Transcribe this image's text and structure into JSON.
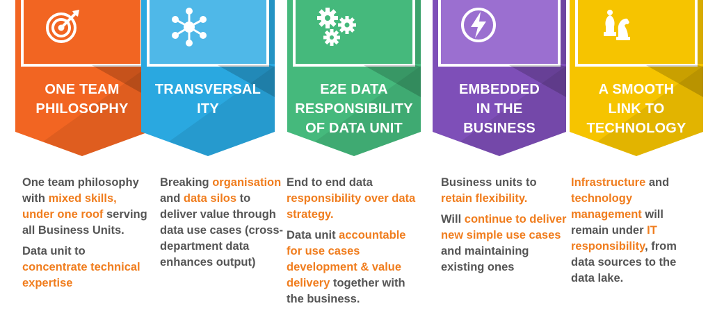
{
  "colors": {
    "card1": "#F26522",
    "card2": "#2AA8E0",
    "card3": "#45B97C",
    "card4": "#7E4FB8",
    "card5": "#F6C400",
    "highlight": "#F07D1E",
    "text": "#555555"
  },
  "cards": [
    {
      "icon": "target-icon",
      "title": [
        "ONE TEAM",
        "PHILOSOPHY"
      ],
      "paragraphs": [
        [
          {
            "text": "One team philosophy with ",
            "hl": false
          },
          {
            "text": "mixed skills, under one roof",
            "hl": true
          },
          {
            "text": " serving all Business Units.",
            "hl": false
          }
        ],
        [
          {
            "text": "Data unit to ",
            "hl": false
          },
          {
            "text": "concentrate technical expertise",
            "hl": true
          }
        ]
      ]
    },
    {
      "icon": "network-hub-icon",
      "title": [
        "TRANSVERSAL",
        "ITY"
      ],
      "paragraphs": [
        [
          {
            "text": "Breaking ",
            "hl": false
          },
          {
            "text": "organisation",
            "hl": true
          },
          {
            "text": " and ",
            "hl": false
          },
          {
            "text": "data silos",
            "hl": true
          },
          {
            "text": " to deliver value through data use cases (cross-department data enhances output)",
            "hl": false
          }
        ]
      ]
    },
    {
      "icon": "gears-icon",
      "title": [
        "E2E DATA",
        "RESPONSIBILITY",
        "OF DATA UNIT"
      ],
      "paragraphs": [
        [
          {
            "text": "End to end data ",
            "hl": false
          },
          {
            "text": "responsibility over data strategy.",
            "hl": true
          }
        ],
        [
          {
            "text": "Data unit ",
            "hl": false
          },
          {
            "text": "accountable for use cases development & value delivery",
            "hl": true
          },
          {
            "text": " together with the business.",
            "hl": false
          }
        ]
      ]
    },
    {
      "icon": "lightning-icon",
      "title": [
        "EMBEDDED",
        "IN THE",
        "BUSINESS"
      ],
      "paragraphs": [
        [
          {
            "text": "Business units to ",
            "hl": false
          },
          {
            "text": "retain flexibility.",
            "hl": true
          }
        ],
        [
          {
            "text": "Will ",
            "hl": false
          },
          {
            "text": "continue to deliver new simple use cases",
            "hl": true
          },
          {
            "text": " and maintaining existing ones",
            "hl": false
          }
        ]
      ]
    },
    {
      "icon": "chess-pieces-icon",
      "title": [
        "A SMOOTH",
        "LINK TO",
        "TECHNOLOGY"
      ],
      "paragraphs": [
        [
          {
            "text": "Infrastructure",
            "hl": true
          },
          {
            "text": " and ",
            "hl": false
          },
          {
            "text": "technology management",
            "hl": true
          },
          {
            "text": " will remain under ",
            "hl": false
          },
          {
            "text": "IT responsibility",
            "hl": true
          },
          {
            "text": ", from data sources to the data lake.",
            "hl": false
          }
        ]
      ]
    }
  ]
}
